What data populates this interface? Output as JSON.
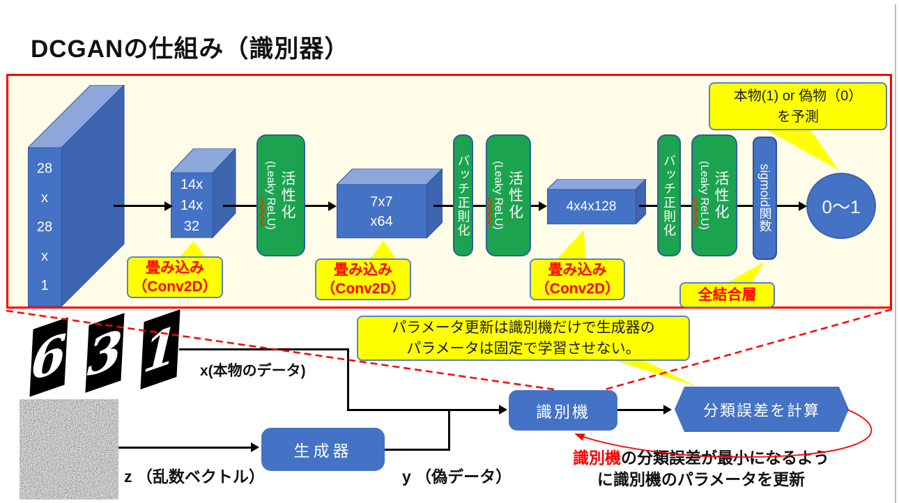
{
  "title": "DCGANの仕組み（識別器）",
  "colors": {
    "shape_blue": "#4472C4",
    "shape_green": "#1CA34F",
    "callout_yellow": "#FFFF00",
    "frame_red": "#FF0000",
    "panel_bg": "#FFFCE7",
    "highlight_red": "#FF0000"
  },
  "pipeline": {
    "input_lines": [
      "28",
      "x",
      "28",
      "x",
      "1"
    ],
    "conv1_lines": [
      "14x",
      "14x",
      "32"
    ],
    "conv2_lines": [
      "7x7",
      "x64"
    ],
    "conv3_line": "4x4x128",
    "activation": {
      "pre": "(Leaky ",
      "relu": "ReLU",
      "post": ")",
      "ja": "活性化"
    },
    "batchnorm": "バッチ正則化",
    "sigmoid": "sigmoid関数",
    "output": "0～1",
    "conv_callout": {
      "line1": "畳み込み",
      "line2": "（Conv2D）"
    },
    "fc_callout": "全結合層",
    "predict_callout": {
      "line1": "本物(1) or 偽物（0）",
      "line2": "を予測"
    }
  },
  "gan_flow": {
    "digits": [
      "6",
      "3",
      "1"
    ],
    "real_label": "x(本物のデータ)",
    "noise_label": "z （乱数ベクトル）",
    "fake_label": "y （偽データ）",
    "generator": "生成器",
    "discriminator": "識別機",
    "loss": "分類誤差を計算",
    "param_callout": {
      "line1": "パラメータ更新は識別機だけで生成器の",
      "line2": "パラメータは固定で学習させない。"
    },
    "update_note": {
      "highlight": "識別機",
      "line1_rest": "の分類誤差が最小になるよう",
      "line2": "に識別機のパラメータを更新"
    }
  }
}
